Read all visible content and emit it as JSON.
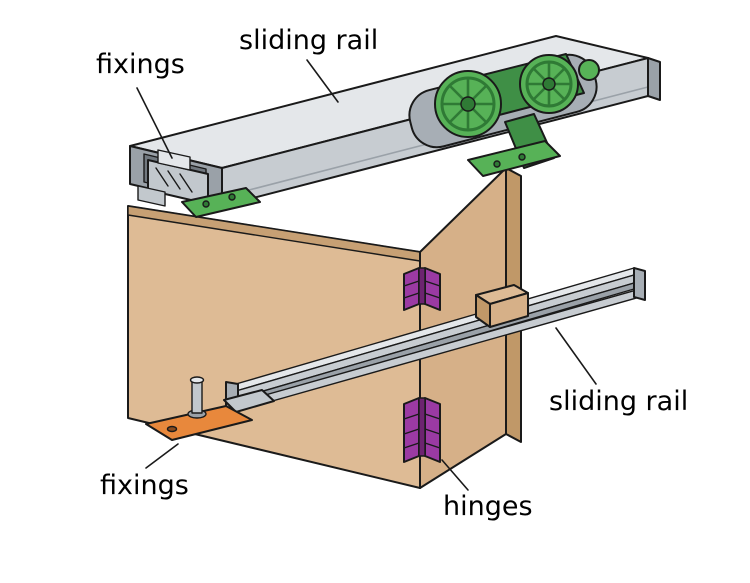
{
  "diagram": {
    "labels": {
      "fixings_top": "fixings",
      "sliding_rail_top": "sliding rail",
      "sliding_rail_right": "sliding rail",
      "fixings_bottom": "fixings",
      "hinges": "hinges"
    },
    "colors": {
      "background": "#ffffff",
      "outline": "#1a1a1a",
      "rail_light": "#e4e7ea",
      "rail_mid": "#c7ccd1",
      "rail_dark": "#9aa1a8",
      "rail_inner": "#71787f",
      "rail_cutout": "#a7aeb5",
      "door_tan": "#debb95",
      "door_tan_2": "#d6b088",
      "door_edge": "#c09868",
      "door_top_edge": "#c7a074",
      "hinge_purple": "#9b3aa3",
      "hinge_purple_dark": "#6d2470",
      "roller_green": "#57b257",
      "roller_green_dark": "#3f8f46",
      "roller_green_deep": "#2f7a35",
      "fixing_orange": "#e8883c",
      "gray_part": "#c2c8cd"
    }
  }
}
